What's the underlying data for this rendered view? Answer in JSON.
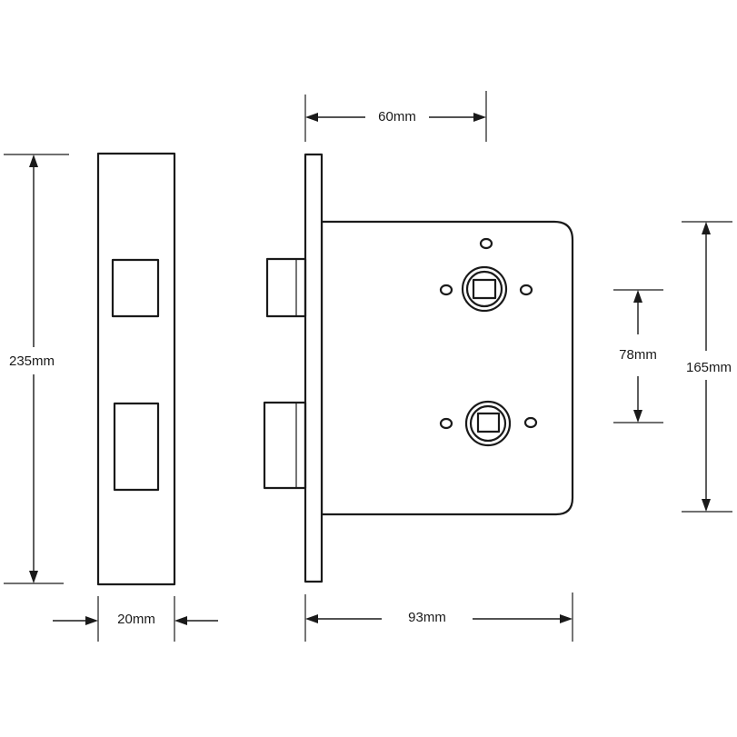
{
  "dimensions": {
    "faceplate_height": "235mm",
    "faceplate_width": "20mm",
    "backset": "60mm",
    "case_depth": "93mm",
    "case_height": "165mm",
    "spindle_centres": "78mm"
  }
}
